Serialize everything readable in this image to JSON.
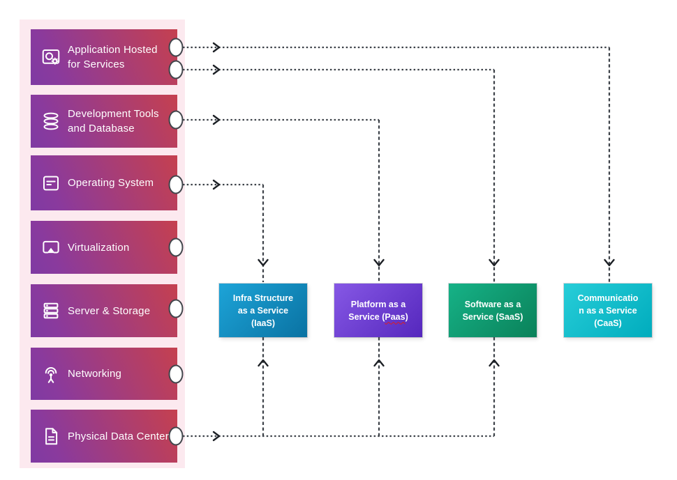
{
  "page": {
    "background": "#ffffff",
    "panel_color": "#fce9ef"
  },
  "colors": {
    "layer_gradient": [
      "#7f3aa3",
      "#c5404f"
    ],
    "iaas_gradient": [
      "#1da4d8",
      "#0a72a2"
    ],
    "paas_gradient": [
      "#8658e5",
      "#5527bd"
    ],
    "saas_gradient": [
      "#16b287",
      "#0a8159"
    ],
    "caas_gradient": [
      "#27cdd8",
      "#00acbd"
    ],
    "connector_line": "#3c4148",
    "arrowhead": "#1c2025",
    "spellcheck_underline": "#e01b1b"
  },
  "layers": [
    {
      "label": "Application Hosted for Services",
      "icon": "app-settings-icon"
    },
    {
      "label": "Development Tools and Database",
      "icon": "database-icon"
    },
    {
      "label": "Operating System",
      "icon": "os-window-icon"
    },
    {
      "label": "Virtualization",
      "icon": "screen-cast-icon"
    },
    {
      "label": "Server & Storage",
      "icon": "server-rack-icon"
    },
    {
      "label": "Networking",
      "icon": "antenna-icon"
    },
    {
      "label": "Physical Data Center",
      "icon": "document-icon"
    }
  ],
  "services": [
    {
      "full_label": "Infra Structure as a Service (IaaS)",
      "lines": [
        "Infra Structure",
        "as a Service",
        "(IaaS)"
      ]
    },
    {
      "full_label": "Platform as a Service (Paas)",
      "line1": "Platform as a",
      "line2_pre": "Service (",
      "line2_word": "Paas",
      "line2_post": ")",
      "spellcheck": "red wavy underline under Paas"
    },
    {
      "full_label": "Software as a Service (SaaS)",
      "lines": [
        "Software as a",
        "Service (SaaS)"
      ]
    },
    {
      "full_label": "Communication as a Service (CaaS)",
      "lines": [
        "Communicatio",
        "n as a Service",
        "(CaaS)"
      ]
    }
  ],
  "connections": [
    {
      "from": "Application Hosted for Services",
      "to": "Communication as a Service (CaaS)",
      "style": "dotted-arrow"
    },
    {
      "from": "Application Hosted for Services",
      "to": "Software as a Service (SaaS)",
      "style": "dotted-arrow"
    },
    {
      "from": "Development Tools and Database",
      "to": "Platform as a Service (Paas)",
      "style": "dotted-arrow"
    },
    {
      "from": "Operating System",
      "to": "Infra Structure as a Service (IaaS)",
      "style": "dotted-arrow"
    },
    {
      "from": "Physical Data Center",
      "to": "Infra Structure as a Service (IaaS)",
      "style": "dotted-arrow"
    },
    {
      "from": "Physical Data Center",
      "to": "Platform as a Service (Paas)",
      "style": "dotted-arrow"
    },
    {
      "from": "Physical Data Center",
      "to": "Software as a Service (SaaS)",
      "style": "dotted-arrow"
    }
  ]
}
